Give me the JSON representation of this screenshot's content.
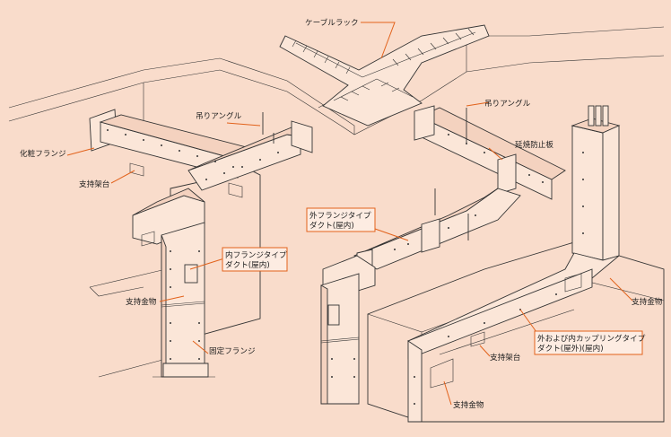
{
  "labels": {
    "cable_rack": "ケーブルラック",
    "hanging_angle_left": "吊りアングル",
    "hanging_angle_right": "吊りアングル",
    "decorative_flange": "化粧フランジ",
    "support_frame_left": "支持架台",
    "inner_flange_line1": "内フランジタイプ",
    "inner_flange_line2": "ダクト(屋内)",
    "support_bracket_left": "支持金物",
    "fixing_flange": "固定フランジ",
    "outer_flange_line1": "外フランジタイプ",
    "outer_flange_line2": "ダクト(屋内)",
    "fire_stop_plate": "延焼防止板",
    "support_bracket_right": "支持金物",
    "coupling_line1": "外および内カップリングタイプ",
    "coupling_line2": "ダクト(屋外)(屋内)",
    "support_frame_right": "支持架台",
    "support_bracket_bottom": "支持金物"
  },
  "colors": {
    "background": "#f9dccb",
    "leader": "#e2621b",
    "line": "#333333"
  }
}
